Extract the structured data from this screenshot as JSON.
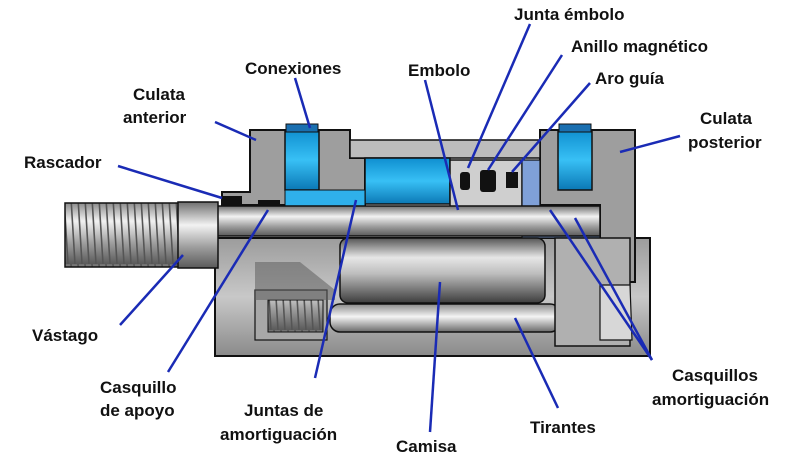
{
  "diagram": {
    "labels": {
      "junta_embolo": "Junta émbolo",
      "anillo_magnetico": "Anillo magnético",
      "conexiones": "Conexiones",
      "embolo": "Embolo",
      "aro_guia": "Aro guía",
      "culata_anterior_1": "Culata",
      "culata_anterior_2": "anterior",
      "culata_posterior_1": "Culata",
      "culata_posterior_2": "posterior",
      "rascador": "Rascador",
      "vastago": "Vástago",
      "casquillo_apoyo_1": "Casquillo",
      "casquillo_apoyo_2": "de apoyo",
      "juntas_amortiguacion_1": "Juntas de",
      "juntas_amortiguacion_2": "amortiguación",
      "camisa": "Camisa",
      "tirantes": "Tirantes",
      "casquillos_amortiguacion_1": "Casquillos",
      "casquillos_amortiguacion_2": "amortiguación"
    },
    "colors": {
      "leader": "#1a2bb5",
      "blue_part": "#1aa6e6",
      "steel_dark": "#7a7a7a",
      "steel_light": "#d8d8d8",
      "outline": "#111111"
    }
  }
}
